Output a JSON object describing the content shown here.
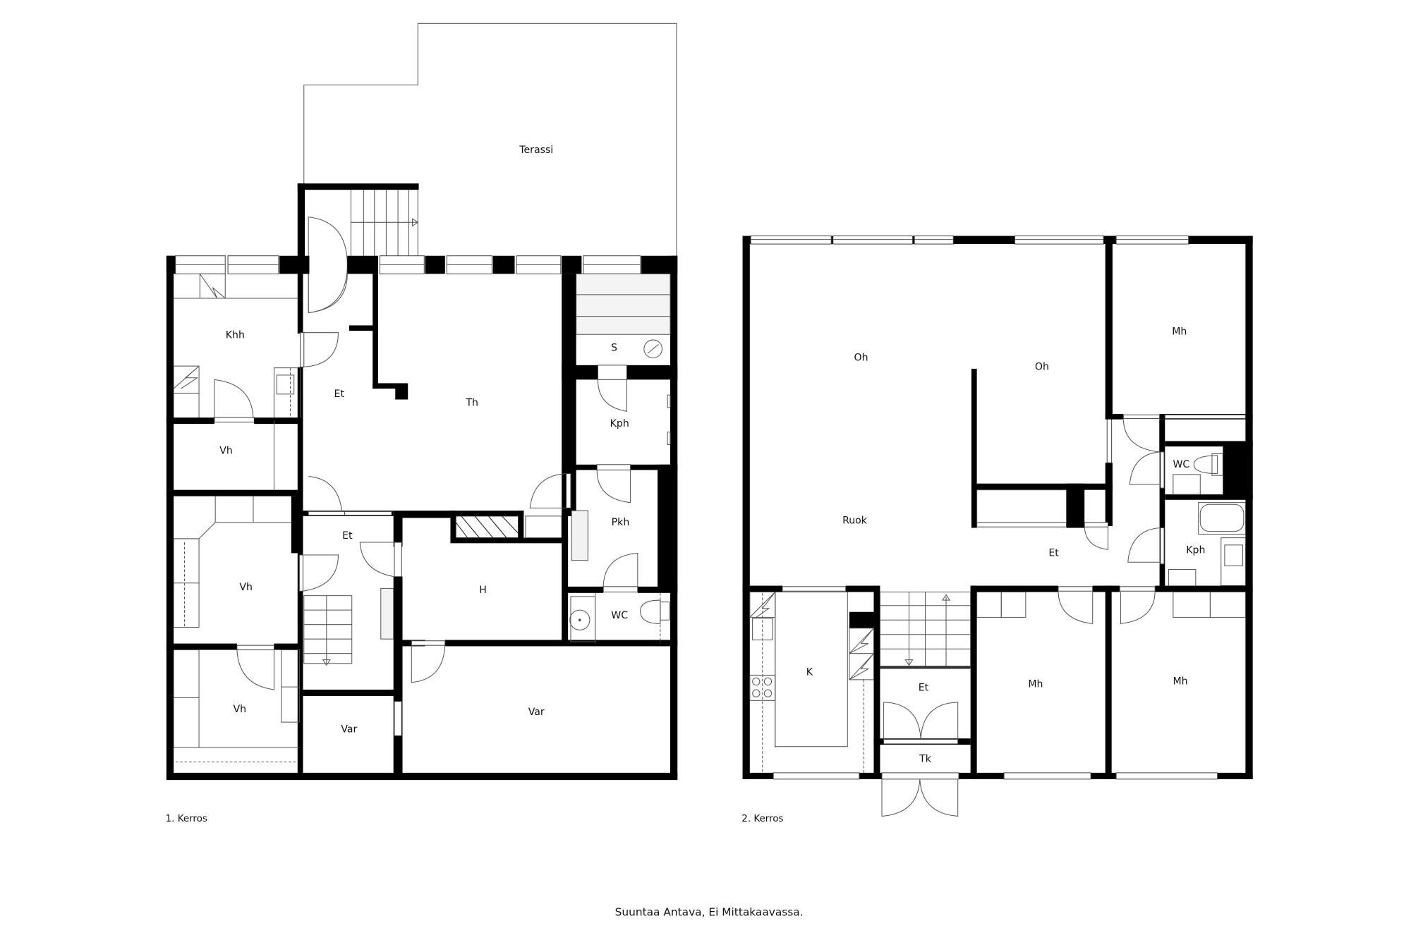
{
  "floor_plan": {
    "floors": [
      {
        "label": "1. Kerros",
        "rooms": {
          "terassi": "Terassi",
          "khh": "Khh",
          "et_upper": "Et",
          "th": "Th",
          "s": "S",
          "kph": "Kph",
          "vh_1": "Vh",
          "pkh": "Pkh",
          "et_lower": "Et",
          "vh_2": "Vh",
          "h": "H",
          "wc": "WC",
          "vh_3": "Vh",
          "var_small": "Var",
          "var_large": "Var"
        }
      },
      {
        "label": "2. Kerros",
        "rooms": {
          "oh_left": "Oh",
          "oh_right": "Oh",
          "mh_top": "Mh",
          "wc": "WC",
          "ruok": "Ruok",
          "et_center": "Et",
          "kph": "Kph",
          "k": "K",
          "et_entry": "Et",
          "mh_mid": "Mh",
          "mh_right": "Mh",
          "tk": "Tk"
        }
      }
    ],
    "caption": "Suuntaa Antava, Ei Mittakaavassa."
  },
  "colors": {
    "wall": "#000000",
    "background": "#ffffff",
    "line": "#555555"
  }
}
